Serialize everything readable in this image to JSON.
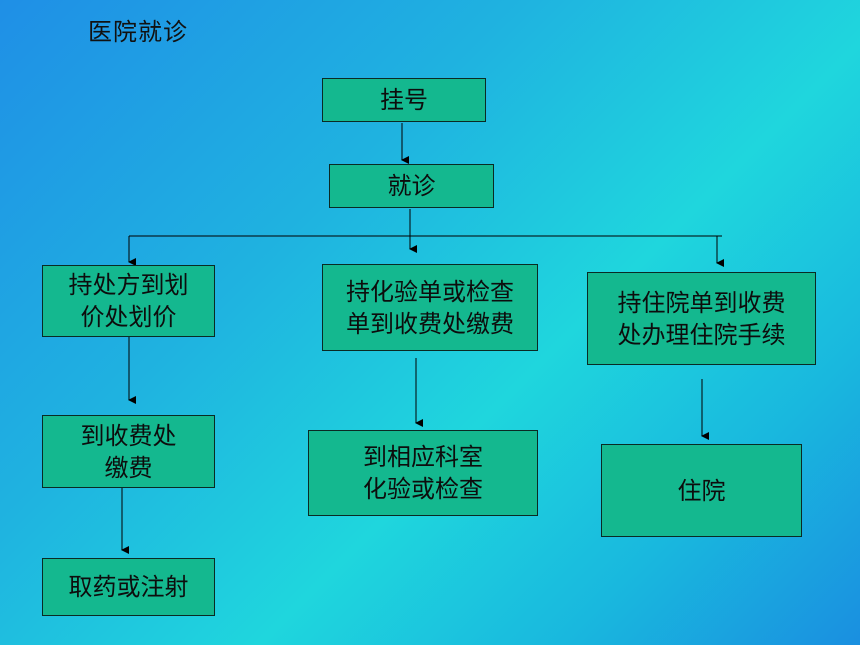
{
  "slide": {
    "title": "医院就诊"
  },
  "flowchart": {
    "register": "挂号",
    "consult": "就诊",
    "prescription": "持处方到划\n价处划价",
    "pay_fee": "到收费处\n缴费",
    "get_medicine": "取药或注射",
    "lab_order": "持化验单或检查\n单到收费处缴费",
    "lab_room": "到相应科室\n化验或检查",
    "admission_order": "持住院单到收费\n处办理住院手续",
    "hospitalize": "住院"
  },
  "colors": {
    "box_fill": "#14b88f",
    "line": "#000000"
  }
}
